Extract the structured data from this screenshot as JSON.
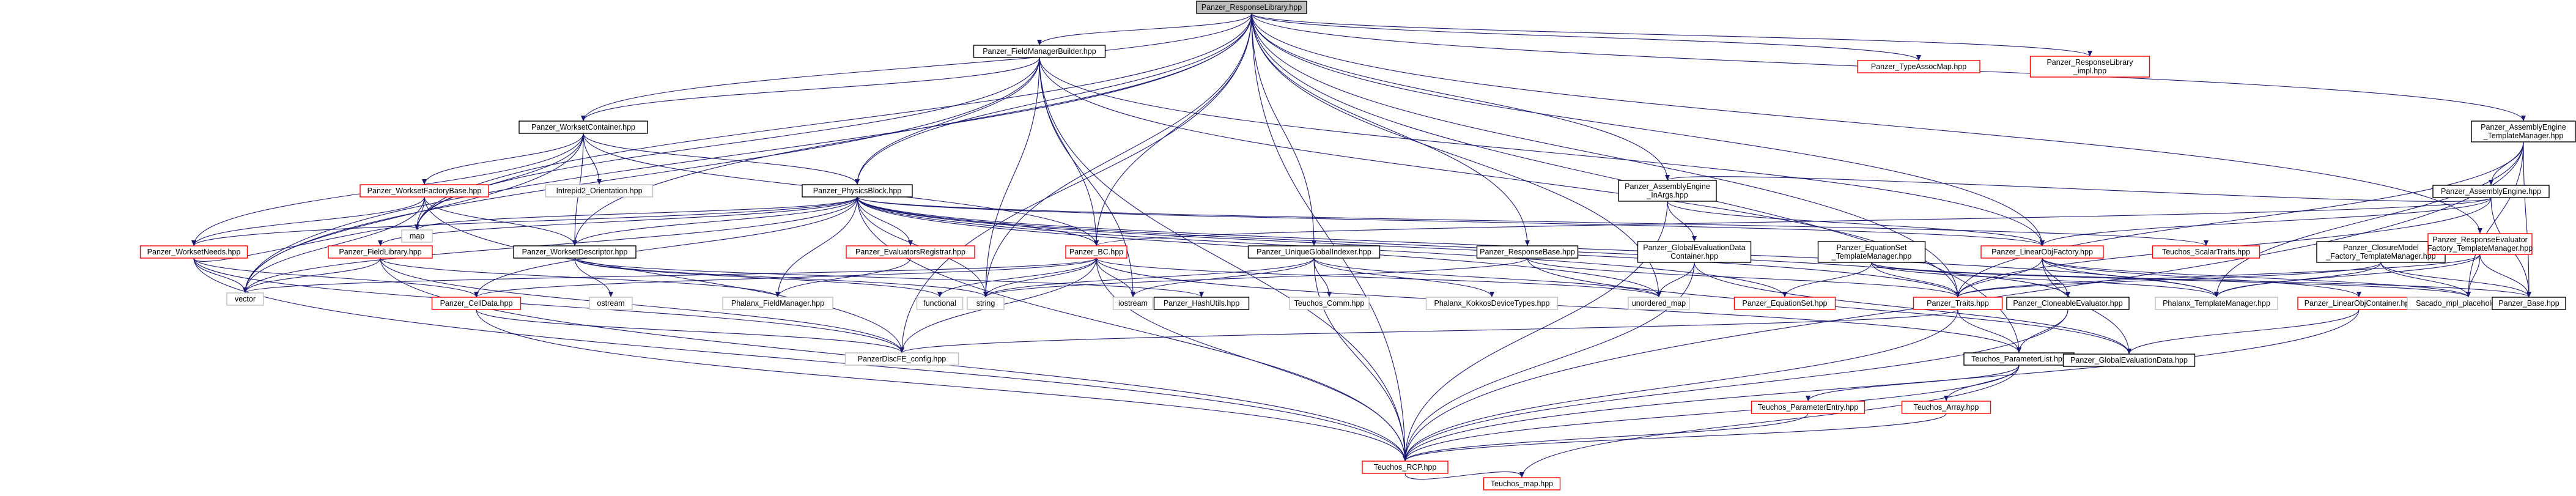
{
  "colors": {
    "root_fill": "#bfbfbf",
    "root_stroke": "#000000",
    "documented_stroke": "#000000",
    "undocumented_stroke": "#ff0000",
    "external_stroke": "#bfbfbf",
    "edge": "#191970",
    "text": "#000000"
  },
  "nodes": [
    {
      "id": "root",
      "lines": [
        "Panzer_ResponseLibrary.hpp"
      ],
      "kind": "root"
    },
    {
      "id": "fmb",
      "lines": [
        "Panzer_FieldManagerBuilder.hpp"
      ],
      "kind": "documented"
    },
    {
      "id": "tam",
      "lines": [
        "Panzer_TypeAssocMap.hpp"
      ],
      "kind": "undocumented"
    },
    {
      "id": "rlimpl",
      "lines": [
        "Panzer_ResponseLibrary",
        "_impl.hpp"
      ],
      "kind": "undocumented"
    },
    {
      "id": "aetm",
      "lines": [
        "Panzer_AssemblyEngine",
        "_TemplateManager.hpp"
      ],
      "kind": "documented"
    },
    {
      "id": "wc",
      "lines": [
        "Panzer_WorksetContainer.hpp"
      ],
      "kind": "documented"
    },
    {
      "id": "aeinargs",
      "lines": [
        "Panzer_AssemblyEngine",
        "_InArgs.hpp"
      ],
      "kind": "documented"
    },
    {
      "id": "ae",
      "lines": [
        "Panzer_AssemblyEngine.hpp"
      ],
      "kind": "documented"
    },
    {
      "id": "wfb",
      "lines": [
        "Panzer_WorksetFactoryBase.hpp"
      ],
      "kind": "undocumented"
    },
    {
      "id": "intrepid",
      "lines": [
        "Intrepid2_Orientation.hpp"
      ],
      "kind": "external"
    },
    {
      "id": "pb",
      "lines": [
        "Panzer_PhysicsBlock.hpp"
      ],
      "kind": "documented"
    },
    {
      "id": "gedc",
      "lines": [
        "Panzer_GlobalEvaluationData",
        "Container.hpp"
      ],
      "kind": "documented"
    },
    {
      "id": "estm",
      "lines": [
        "Panzer_EquationSet",
        "_TemplateManager.hpp"
      ],
      "kind": "documented"
    },
    {
      "id": "lof",
      "lines": [
        "Panzer_LinearObjFactory.hpp"
      ],
      "kind": "undocumented"
    },
    {
      "id": "scalar",
      "lines": [
        "Teuchos_ScalarTraits.hpp"
      ],
      "kind": "undocumented"
    },
    {
      "id": "cmftm",
      "lines": [
        "Panzer_ClosureModel",
        "_Factory_TemplateManager.hpp"
      ],
      "kind": "documented"
    },
    {
      "id": "reftm",
      "lines": [
        "Panzer_ResponseEvaluator",
        "Factory_TemplateManager.hpp"
      ],
      "kind": "undocumented"
    },
    {
      "id": "wn",
      "lines": [
        "Panzer_WorksetNeeds.hpp"
      ],
      "kind": "undocumented"
    },
    {
      "id": "fl",
      "lines": [
        "Panzer_FieldLibrary.hpp"
      ],
      "kind": "undocumented"
    },
    {
      "id": "wd",
      "lines": [
        "Panzer_WorksetDescriptor.hpp"
      ],
      "kind": "documented"
    },
    {
      "id": "map1",
      "lines": [
        "map"
      ],
      "kind": "external"
    },
    {
      "id": "er",
      "lines": [
        "Panzer_EvaluatorsRegistrar.hpp"
      ],
      "kind": "undocumented"
    },
    {
      "id": "bc",
      "lines": [
        "Panzer_BC.hpp"
      ],
      "kind": "undocumented"
    },
    {
      "id": "ugi",
      "lines": [
        "Panzer_UniqueGlobalIndexer.hpp"
      ],
      "kind": "documented"
    },
    {
      "id": "rb",
      "lines": [
        "Panzer_ResponseBase.hpp"
      ],
      "kind": "documented"
    },
    {
      "id": "vector",
      "lines": [
        "vector"
      ],
      "kind": "external"
    },
    {
      "id": "celldata",
      "lines": [
        "Panzer_CellData.hpp"
      ],
      "kind": "undocumented"
    },
    {
      "id": "ostream",
      "lines": [
        "ostream"
      ],
      "kind": "external"
    },
    {
      "id": "pfm",
      "lines": [
        "Phalanx_FieldManager.hpp"
      ],
      "kind": "external"
    },
    {
      "id": "functional",
      "lines": [
        "functional"
      ],
      "kind": "external"
    },
    {
      "id": "string",
      "lines": [
        "string"
      ],
      "kind": "external"
    },
    {
      "id": "iostream",
      "lines": [
        "iostream"
      ],
      "kind": "external"
    },
    {
      "id": "hash",
      "lines": [
        "Panzer_HashUtils.hpp"
      ],
      "kind": "documented"
    },
    {
      "id": "comm",
      "lines": [
        "Teuchos_Comm.hpp"
      ],
      "kind": "external"
    },
    {
      "id": "kokkos",
      "lines": [
        "Phalanx_KokkosDeviceTypes.hpp"
      ],
      "kind": "external"
    },
    {
      "id": "umap",
      "lines": [
        "unordered_map"
      ],
      "kind": "external"
    },
    {
      "id": "eqset",
      "lines": [
        "Panzer_EquationSet.hpp"
      ],
      "kind": "undocumented"
    },
    {
      "id": "traits",
      "lines": [
        "Panzer_Traits.hpp"
      ],
      "kind": "undocumented"
    },
    {
      "id": "cloneable",
      "lines": [
        "Panzer_CloneableEvaluator.hpp"
      ],
      "kind": "documented"
    },
    {
      "id": "ptm",
      "lines": [
        "Phalanx_TemplateManager.hpp"
      ],
      "kind": "external"
    },
    {
      "id": "loc",
      "lines": [
        "Panzer_LinearObjContainer.hpp"
      ],
      "kind": "undocumented"
    },
    {
      "id": "sacado",
      "lines": [
        "Sacado_mpl_placeholders.hpp"
      ],
      "kind": "external"
    },
    {
      "id": "base",
      "lines": [
        "Panzer_Base.hpp"
      ],
      "kind": "documented"
    },
    {
      "id": "dfe",
      "lines": [
        "PanzerDiscFE_config.hpp"
      ],
      "kind": "external"
    },
    {
      "id": "ped",
      "lines": [
        "Teuchos_ParameterList.hpp"
      ],
      "kind": "documented"
    },
    {
      "id": "ged",
      "lines": [
        "Panzer_GlobalEvaluationData.hpp"
      ],
      "kind": "documented"
    },
    {
      "id": "pentry",
      "lines": [
        "Teuchos_ParameterEntry.hpp"
      ],
      "kind": "undocumented"
    },
    {
      "id": "tarray",
      "lines": [
        "Teuchos_Array.hpp"
      ],
      "kind": "undocumented"
    },
    {
      "id": "rcp",
      "lines": [
        "Teuchos_RCP.hpp"
      ],
      "kind": "undocumented"
    },
    {
      "id": "tmap",
      "lines": [
        "Teuchos_map.hpp"
      ],
      "kind": "undocumented"
    }
  ],
  "edges": [
    [
      "root",
      "fmb"
    ],
    [
      "root",
      "tam"
    ],
    [
      "root",
      "rlimpl"
    ],
    [
      "root",
      "aetm"
    ],
    [
      "root",
      "wc"
    ],
    [
      "root",
      "aeinargs"
    ],
    [
      "root",
      "pb"
    ],
    [
      "root",
      "wd"
    ],
    [
      "root",
      "map1"
    ],
    [
      "root",
      "ugi"
    ],
    [
      "root",
      "rb"
    ],
    [
      "root",
      "vector"
    ],
    [
      "root",
      "string"
    ],
    [
      "root",
      "umap"
    ],
    [
      "root",
      "traits"
    ],
    [
      "root",
      "reftm"
    ],
    [
      "root",
      "rcp"
    ],
    [
      "root",
      "dfe"
    ],
    [
      "root",
      "ped"
    ],
    [
      "root",
      "bc"
    ],
    [
      "root",
      "lof"
    ],
    [
      "fmb",
      "wc"
    ],
    [
      "fmb",
      "pb"
    ],
    [
      "fmb",
      "bc"
    ],
    [
      "fmb",
      "map1"
    ],
    [
      "fmb",
      "lof"
    ],
    [
      "fmb",
      "traits"
    ],
    [
      "fmb",
      "iostream"
    ],
    [
      "fmb",
      "vector"
    ],
    [
      "fmb",
      "rcp"
    ],
    [
      "fmb",
      "string"
    ],
    [
      "wc",
      "wfb"
    ],
    [
      "wc",
      "intrepid"
    ],
    [
      "wc",
      "pb"
    ],
    [
      "wc",
      "wd"
    ],
    [
      "wc",
      "wn"
    ],
    [
      "wc",
      "map1"
    ],
    [
      "wc",
      "vector"
    ],
    [
      "wc",
      "bc"
    ],
    [
      "wfb",
      "wn"
    ],
    [
      "wfb",
      "wd"
    ],
    [
      "wfb",
      "map1"
    ],
    [
      "wfb",
      "vector"
    ],
    [
      "wfb",
      "dfe"
    ],
    [
      "pb",
      "wn"
    ],
    [
      "pb",
      "fl"
    ],
    [
      "pb",
      "wd"
    ],
    [
      "pb",
      "er"
    ],
    [
      "pb",
      "bc"
    ],
    [
      "pb",
      "map1"
    ],
    [
      "pb",
      "vector"
    ],
    [
      "pb",
      "string"
    ],
    [
      "pb",
      "celldata"
    ],
    [
      "pb",
      "pfm"
    ],
    [
      "pb",
      "eqset"
    ],
    [
      "pb",
      "traits"
    ],
    [
      "pb",
      "cloneable"
    ],
    [
      "pb",
      "rcp"
    ],
    [
      "pb",
      "umap"
    ],
    [
      "pb",
      "ptm"
    ],
    [
      "pb",
      "lof"
    ],
    [
      "pb",
      "scalar"
    ],
    [
      "wn",
      "vector"
    ],
    [
      "wn",
      "celldata"
    ],
    [
      "wn",
      "dfe"
    ],
    [
      "wn",
      "rcp"
    ],
    [
      "wn",
      "map1"
    ],
    [
      "fl",
      "vector"
    ],
    [
      "fl",
      "pfm"
    ],
    [
      "fl",
      "dfe"
    ],
    [
      "fl",
      "rcp"
    ],
    [
      "wd",
      "ostream"
    ],
    [
      "wd",
      "string"
    ],
    [
      "wd",
      "functional"
    ],
    [
      "wd",
      "hash"
    ],
    [
      "er",
      "pfm"
    ],
    [
      "bc",
      "vector"
    ],
    [
      "bc",
      "string"
    ],
    [
      "bc",
      "iostream"
    ],
    [
      "bc",
      "functional"
    ],
    [
      "bc",
      "celldata"
    ],
    [
      "bc",
      "dfe"
    ],
    [
      "bc",
      "rcp"
    ],
    [
      "bc",
      "ped"
    ],
    [
      "bc",
      "umap"
    ],
    [
      "celldata",
      "dfe"
    ],
    [
      "celldata",
      "rcp"
    ],
    [
      "ugi",
      "comm"
    ],
    [
      "ugi",
      "kokkos"
    ],
    [
      "ugi",
      "string"
    ],
    [
      "ugi",
      "rcp"
    ],
    [
      "ugi",
      "umap"
    ],
    [
      "ugi",
      "iostream"
    ],
    [
      "rb",
      "string"
    ],
    [
      "rb",
      "ged"
    ],
    [
      "rb",
      "traits"
    ],
    [
      "aeinargs",
      "gedc"
    ],
    [
      "aeinargs",
      "lof"
    ],
    [
      "aeinargs",
      "rcp"
    ],
    [
      "gedc",
      "ged"
    ],
    [
      "gedc",
      "umap"
    ],
    [
      "gedc",
      "rcp"
    ],
    [
      "aetm",
      "ae"
    ],
    [
      "aetm",
      "ptm"
    ],
    [
      "aetm",
      "sacado"
    ],
    [
      "aetm",
      "base"
    ],
    [
      "aetm",
      "traits"
    ],
    [
      "aetm",
      "rcp"
    ],
    [
      "ae",
      "aeinargs"
    ],
    [
      "ae",
      "lof"
    ],
    [
      "ae",
      "base"
    ],
    [
      "ae",
      "traits"
    ],
    [
      "ae",
      "bc"
    ],
    [
      "estm",
      "eqset"
    ],
    [
      "estm",
      "ptm"
    ],
    [
      "estm",
      "traits"
    ],
    [
      "estm",
      "sacado"
    ],
    [
      "estm",
      "base"
    ],
    [
      "cmftm",
      "traits"
    ],
    [
      "cmftm",
      "ptm"
    ],
    [
      "cmftm",
      "sacado"
    ],
    [
      "cmftm",
      "base"
    ],
    [
      "lof",
      "cloneable"
    ],
    [
      "lof",
      "traits"
    ],
    [
      "lof",
      "loc"
    ],
    [
      "lof",
      "ptm"
    ],
    [
      "lof",
      "sacado"
    ],
    [
      "lof",
      "ged"
    ],
    [
      "reftm",
      "traits"
    ],
    [
      "reftm",
      "sacado"
    ],
    [
      "reftm",
      "base"
    ],
    [
      "reftm",
      "ptm"
    ],
    [
      "traits",
      "dfe"
    ],
    [
      "traits",
      "rcp"
    ],
    [
      "traits",
      "ped"
    ],
    [
      "cloneable",
      "ped"
    ],
    [
      "cloneable",
      "rcp"
    ],
    [
      "loc",
      "ged"
    ],
    [
      "loc",
      "rcp"
    ],
    [
      "ped",
      "pentry"
    ],
    [
      "ped",
      "tarray"
    ],
    [
      "ped",
      "rcp"
    ],
    [
      "ped",
      "tmap"
    ],
    [
      "pentry",
      "rcp"
    ],
    [
      "tarray",
      "rcp"
    ],
    [
      "rcp",
      "tmap"
    ]
  ]
}
